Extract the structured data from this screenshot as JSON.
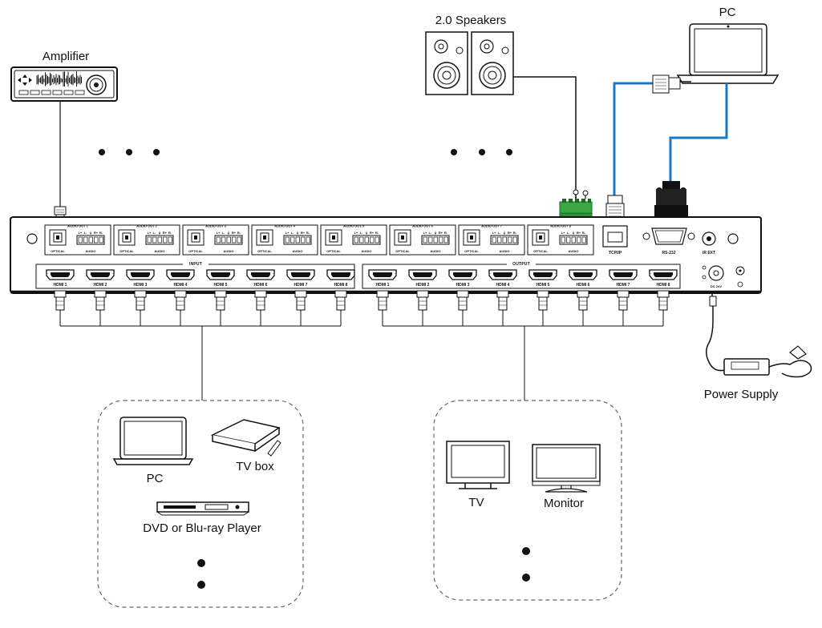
{
  "devices": {
    "amplifier": "Amplifier",
    "speakers": "2.0 Speakers",
    "pc_control": "PC",
    "power_supply": "Power Supply"
  },
  "matrix": {
    "input_label": "INPUT",
    "output_label": "OUTPUT",
    "audio_outs": [
      {
        "title": "AUDIO OUT 1",
        "optical": "OPTICAL",
        "audio": "AUDIO"
      },
      {
        "title": "AUDIO OUT 2",
        "optical": "OPTICAL",
        "audio": "AUDIO"
      },
      {
        "title": "AUDIO OUT 3",
        "optical": "OPTICAL",
        "audio": "AUDIO"
      },
      {
        "title": "AUDIO OUT 4",
        "optical": "OPTICAL",
        "audio": "AUDIO"
      },
      {
        "title": "AUDIO OUT 5",
        "optical": "OPTICAL",
        "audio": "AUDIO"
      },
      {
        "title": "AUDIO OUT 6",
        "optical": "OPTICAL",
        "audio": "AUDIO"
      },
      {
        "title": "AUDIO OUT 7",
        "optical": "OPTICAL",
        "audio": "AUDIO"
      },
      {
        "title": "AUDIO OUT 8",
        "optical": "OPTICAL",
        "audio": "AUDIO"
      }
    ],
    "terminal_pins": [
      "L+",
      "L-",
      "⏚",
      "R+",
      "R-"
    ],
    "inputs": [
      "HDMI 1",
      "HDMI 2",
      "HDMI 3",
      "HDMI 4",
      "HDMI 5",
      "HDMI 6",
      "HDMI 7",
      "HDMI 8"
    ],
    "outputs": [
      "HDMI 1",
      "HDMI 2",
      "HDMI 3",
      "HDMI 4",
      "HDMI 5",
      "HDMI 6",
      "HDMI 7",
      "HDMI 8"
    ],
    "tcpip": "TCP/IP",
    "rs232": "RS-232",
    "ir_ext": "IR EXT",
    "dc": "DC 24V"
  },
  "sources": {
    "pc": "PC",
    "tv_box": "TV box",
    "dvd": "DVD or Blu-ray Player"
  },
  "displays": {
    "tv": "TV",
    "monitor": "Monitor"
  },
  "colors": {
    "line": "#111111",
    "network_cable": "#1a78c2",
    "terminal_green": "#3aa845",
    "panel_fill": "#ffffff",
    "dashed_border": "#666666"
  },
  "icons": [
    "amplifier-icon",
    "speakers-icon",
    "laptop-icon",
    "hdmi-port-icon",
    "optical-port-icon",
    "terminal-block-icon",
    "rj45-port-icon",
    "db9-port-icon",
    "power-adapter-icon",
    "tv-box-icon",
    "dvd-player-icon",
    "tv-icon",
    "monitor-icon"
  ]
}
